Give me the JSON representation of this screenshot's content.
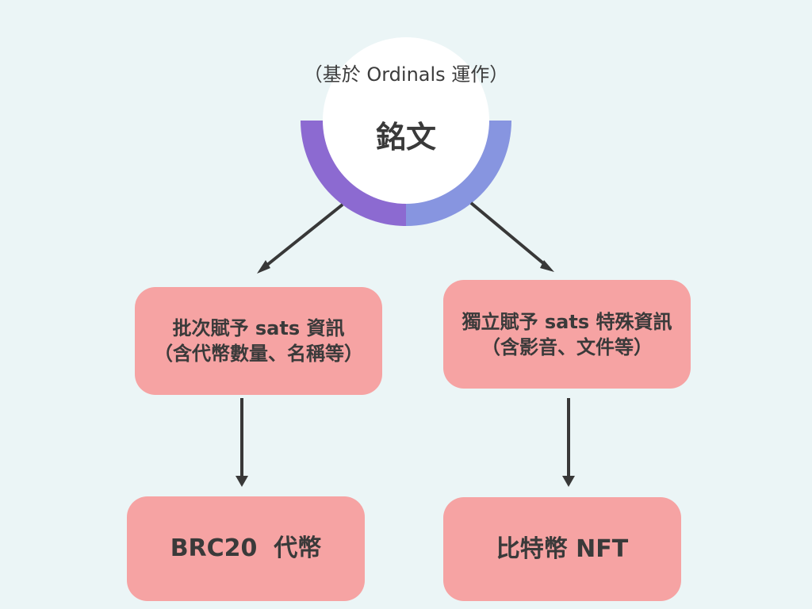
{
  "diagram": {
    "subtitle": "（基於 Ordinals 運作）",
    "center_title": "銘文",
    "left_branch": {
      "line1": "批次賦予 sats 資訊",
      "line2": "（含代幣數量、名稱等）"
    },
    "right_branch": {
      "line1": "獨立賦予 sats 特殊資訊",
      "line2": "（含影音、文件等）"
    },
    "left_result": "BRC20  代幣",
    "right_result": "比特幣 NFT"
  },
  "colors": {
    "background": "#ebf5f6",
    "box_fill": "#f6a3a3",
    "ring_left": "#8c6ad1",
    "ring_right": "#8795e0",
    "arrow": "#383838",
    "center_circle": "#ffffff"
  }
}
